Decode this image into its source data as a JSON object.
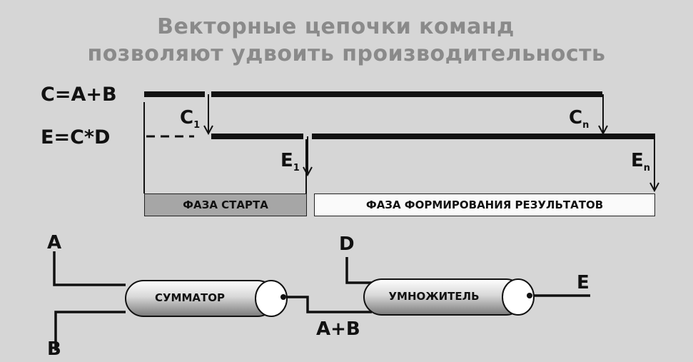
{
  "title": {
    "line1": "Векторные цепочки команд",
    "line2": "позволяют удвоить производительность"
  },
  "equations": {
    "eq1": "C=A+B",
    "eq2": "E=C*D"
  },
  "markers": {
    "c1_main": "C",
    "c1_sub": "1",
    "cn_main": "C",
    "cn_sub": "n",
    "e1_main": "E",
    "e1_sub": "1",
    "en_main": "E",
    "en_sub": "n"
  },
  "phases": {
    "start": "ФАЗА СТАРТА",
    "result": "ФАЗА ФОРМИРОВАНИЯ РЕЗУЛЬТАТОВ"
  },
  "pipeline": {
    "adder": "СУММАТОР",
    "multiplier": "УМНОЖИТЕЛЬ",
    "input_a": "A",
    "input_b": "B",
    "input_d": "D",
    "output_e": "E",
    "intermediate": "A+B"
  },
  "colors": {
    "background": "#d6d6d6",
    "title": "#8a8a8a",
    "start_phase": "#a6a6a6",
    "result_phase": "#fafafa",
    "line": "#111111"
  }
}
